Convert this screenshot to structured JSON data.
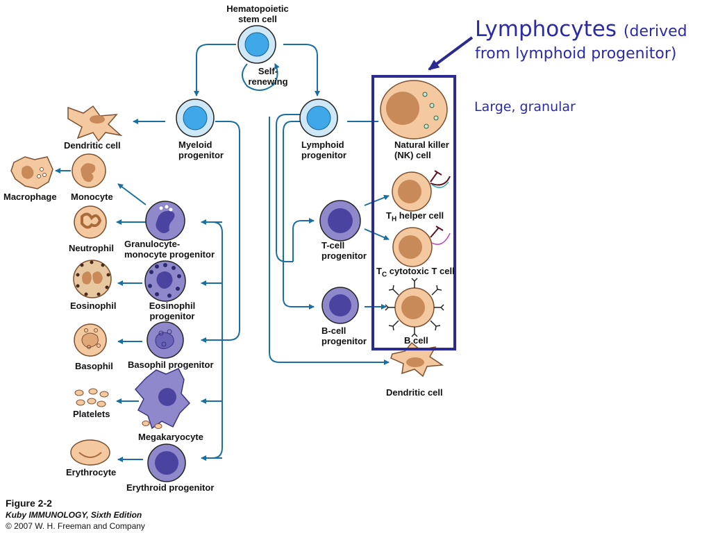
{
  "labels": {
    "stem_cell": [
      "Hematopoietic",
      "stem cell"
    ],
    "self_renewing": [
      "Self-",
      "renewing"
    ],
    "myeloid_progenitor": [
      "Myeloid",
      "progenitor"
    ],
    "lymphoid_progenitor": [
      "Lymphoid",
      "progenitor"
    ],
    "dendritic_cell_myeloid": "Dendritic cell",
    "macrophage": "Macrophage",
    "monocyte": "Monocyte",
    "neutrophil": "Neutrophil",
    "granulocyte_monocyte_progenitor": [
      "Granulocyte-",
      "monocyte progenitor"
    ],
    "eosinophil": "Eosinophil",
    "eosinophil_progenitor": [
      "Eosinophil",
      "progenitor"
    ],
    "basophil": "Basophil",
    "basophil_progenitor": "Basophil progenitor",
    "platelets": "Platelets",
    "megakaryocyte": "Megakaryocyte",
    "erythrocyte": "Erythrocyte",
    "erythroid_progenitor": "Erythroid progenitor",
    "nk_cell": [
      "Natural killer",
      "(NK) cell"
    ],
    "th_helper": {
      "main": "T",
      "sub": "H",
      "rest": " helper cell"
    },
    "tc_cytotoxic": {
      "main": "T",
      "sub": "C",
      "rest": " cytotoxic T cell"
    },
    "tcell_progenitor": [
      "T-cell",
      "progenitor"
    ],
    "bcell_progenitor": [
      "B-cell",
      "progenitor"
    ],
    "b_cell": "B cell",
    "dendritic_cell_lymphoid": "Dendritic cell"
  },
  "annotations": {
    "lymphocytes_title": "Lymphocytes",
    "lymphocytes_paren_1": "(derived",
    "lymphocytes_paren_2": "from lymphoid progenitor)",
    "nk_note": "Large, granular"
  },
  "caption": {
    "figure": "Figure 2-2",
    "book": "Kuby IMMUNOLOGY, Sixth Edition",
    "copyright": "© 2007 W. H. Freeman and Company"
  },
  "colors": {
    "arrow": "#1b6fa0",
    "highlight_box": "#2a2a90",
    "annotation_text": "#2b2ba8",
    "stem_fill": "#cfe8f7",
    "stem_nucleus": "#3ea8e8",
    "lymph_cell": "#6a64b6",
    "lymph_nucleus": "#4a44a0",
    "tan_cell": "#f5c9a0",
    "tan_nucleus": "#c98a5a"
  }
}
